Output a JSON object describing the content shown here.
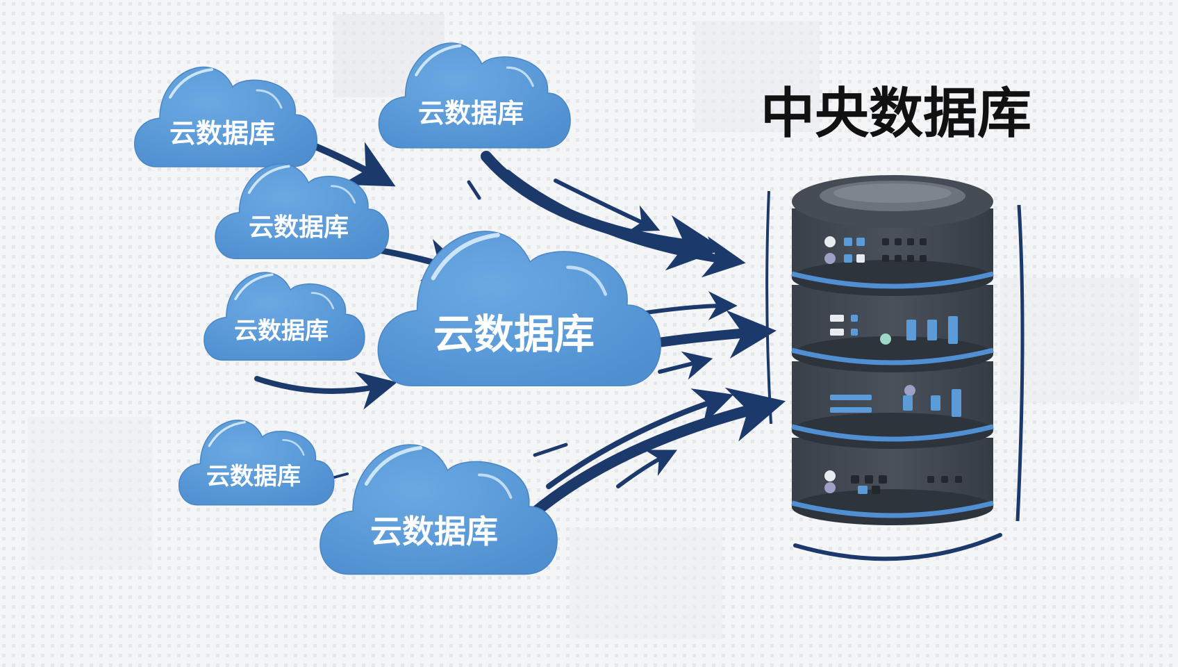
{
  "title": "中央数据库",
  "clouds": [
    {
      "id": "cloud-1",
      "label": "云数据库"
    },
    {
      "id": "cloud-2",
      "label": "云数据库"
    },
    {
      "id": "cloud-3",
      "label": "云数据库"
    },
    {
      "id": "cloud-4",
      "label": "云数据库"
    },
    {
      "id": "cloud-5",
      "label": "云数据库"
    },
    {
      "id": "cloud-6",
      "label": "云数据库"
    },
    {
      "id": "cloud-7",
      "label": "云数据库"
    }
  ],
  "colors": {
    "background": "#f4f5f7",
    "cloud_fill": "#5b9bd8",
    "cloud_highlight": "#8ec0ec",
    "arrow": "#1b3a6b",
    "server_body": "#3f4650",
    "server_dark": "#2e343c",
    "server_stripe": "#4f8fd2",
    "title": "#111111"
  },
  "icons": [
    "cloud-icon",
    "database-server-icon",
    "arrow-icon"
  ]
}
